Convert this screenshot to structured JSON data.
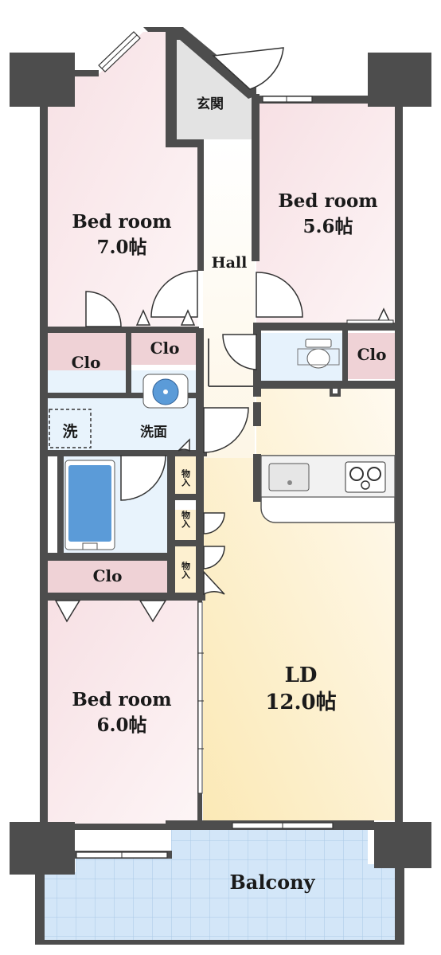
{
  "rooms": {
    "bed_room_nw": {
      "name": "Bed room",
      "size": "7.0帖"
    },
    "bed_room_ne": {
      "name": "Bed room",
      "size": "5.6帖"
    },
    "bed_room_sw": {
      "name": "Bed room",
      "size": "6.0帖"
    },
    "ld": {
      "name": "LD",
      "size": "12.0帖"
    },
    "entrance": "玄関",
    "hall": "Hall",
    "washroom": "洗面",
    "washer": "洗",
    "balcony": "Balcony",
    "closets": [
      "Clo",
      "Clo",
      "Clo",
      "Clo"
    ],
    "storage": [
      "物入",
      "物入",
      "物入"
    ]
  },
  "colors": {
    "wall": "#4d4d4d",
    "bedroom_floor": "#fbecef",
    "closet": "#efd2d6",
    "ld_floor": "#fdf4da",
    "wet_area": "#e6f2fc",
    "balcony": "#cfe4f7",
    "entrance": "#e2e2e2",
    "bathtub": "#5b9bd8"
  }
}
